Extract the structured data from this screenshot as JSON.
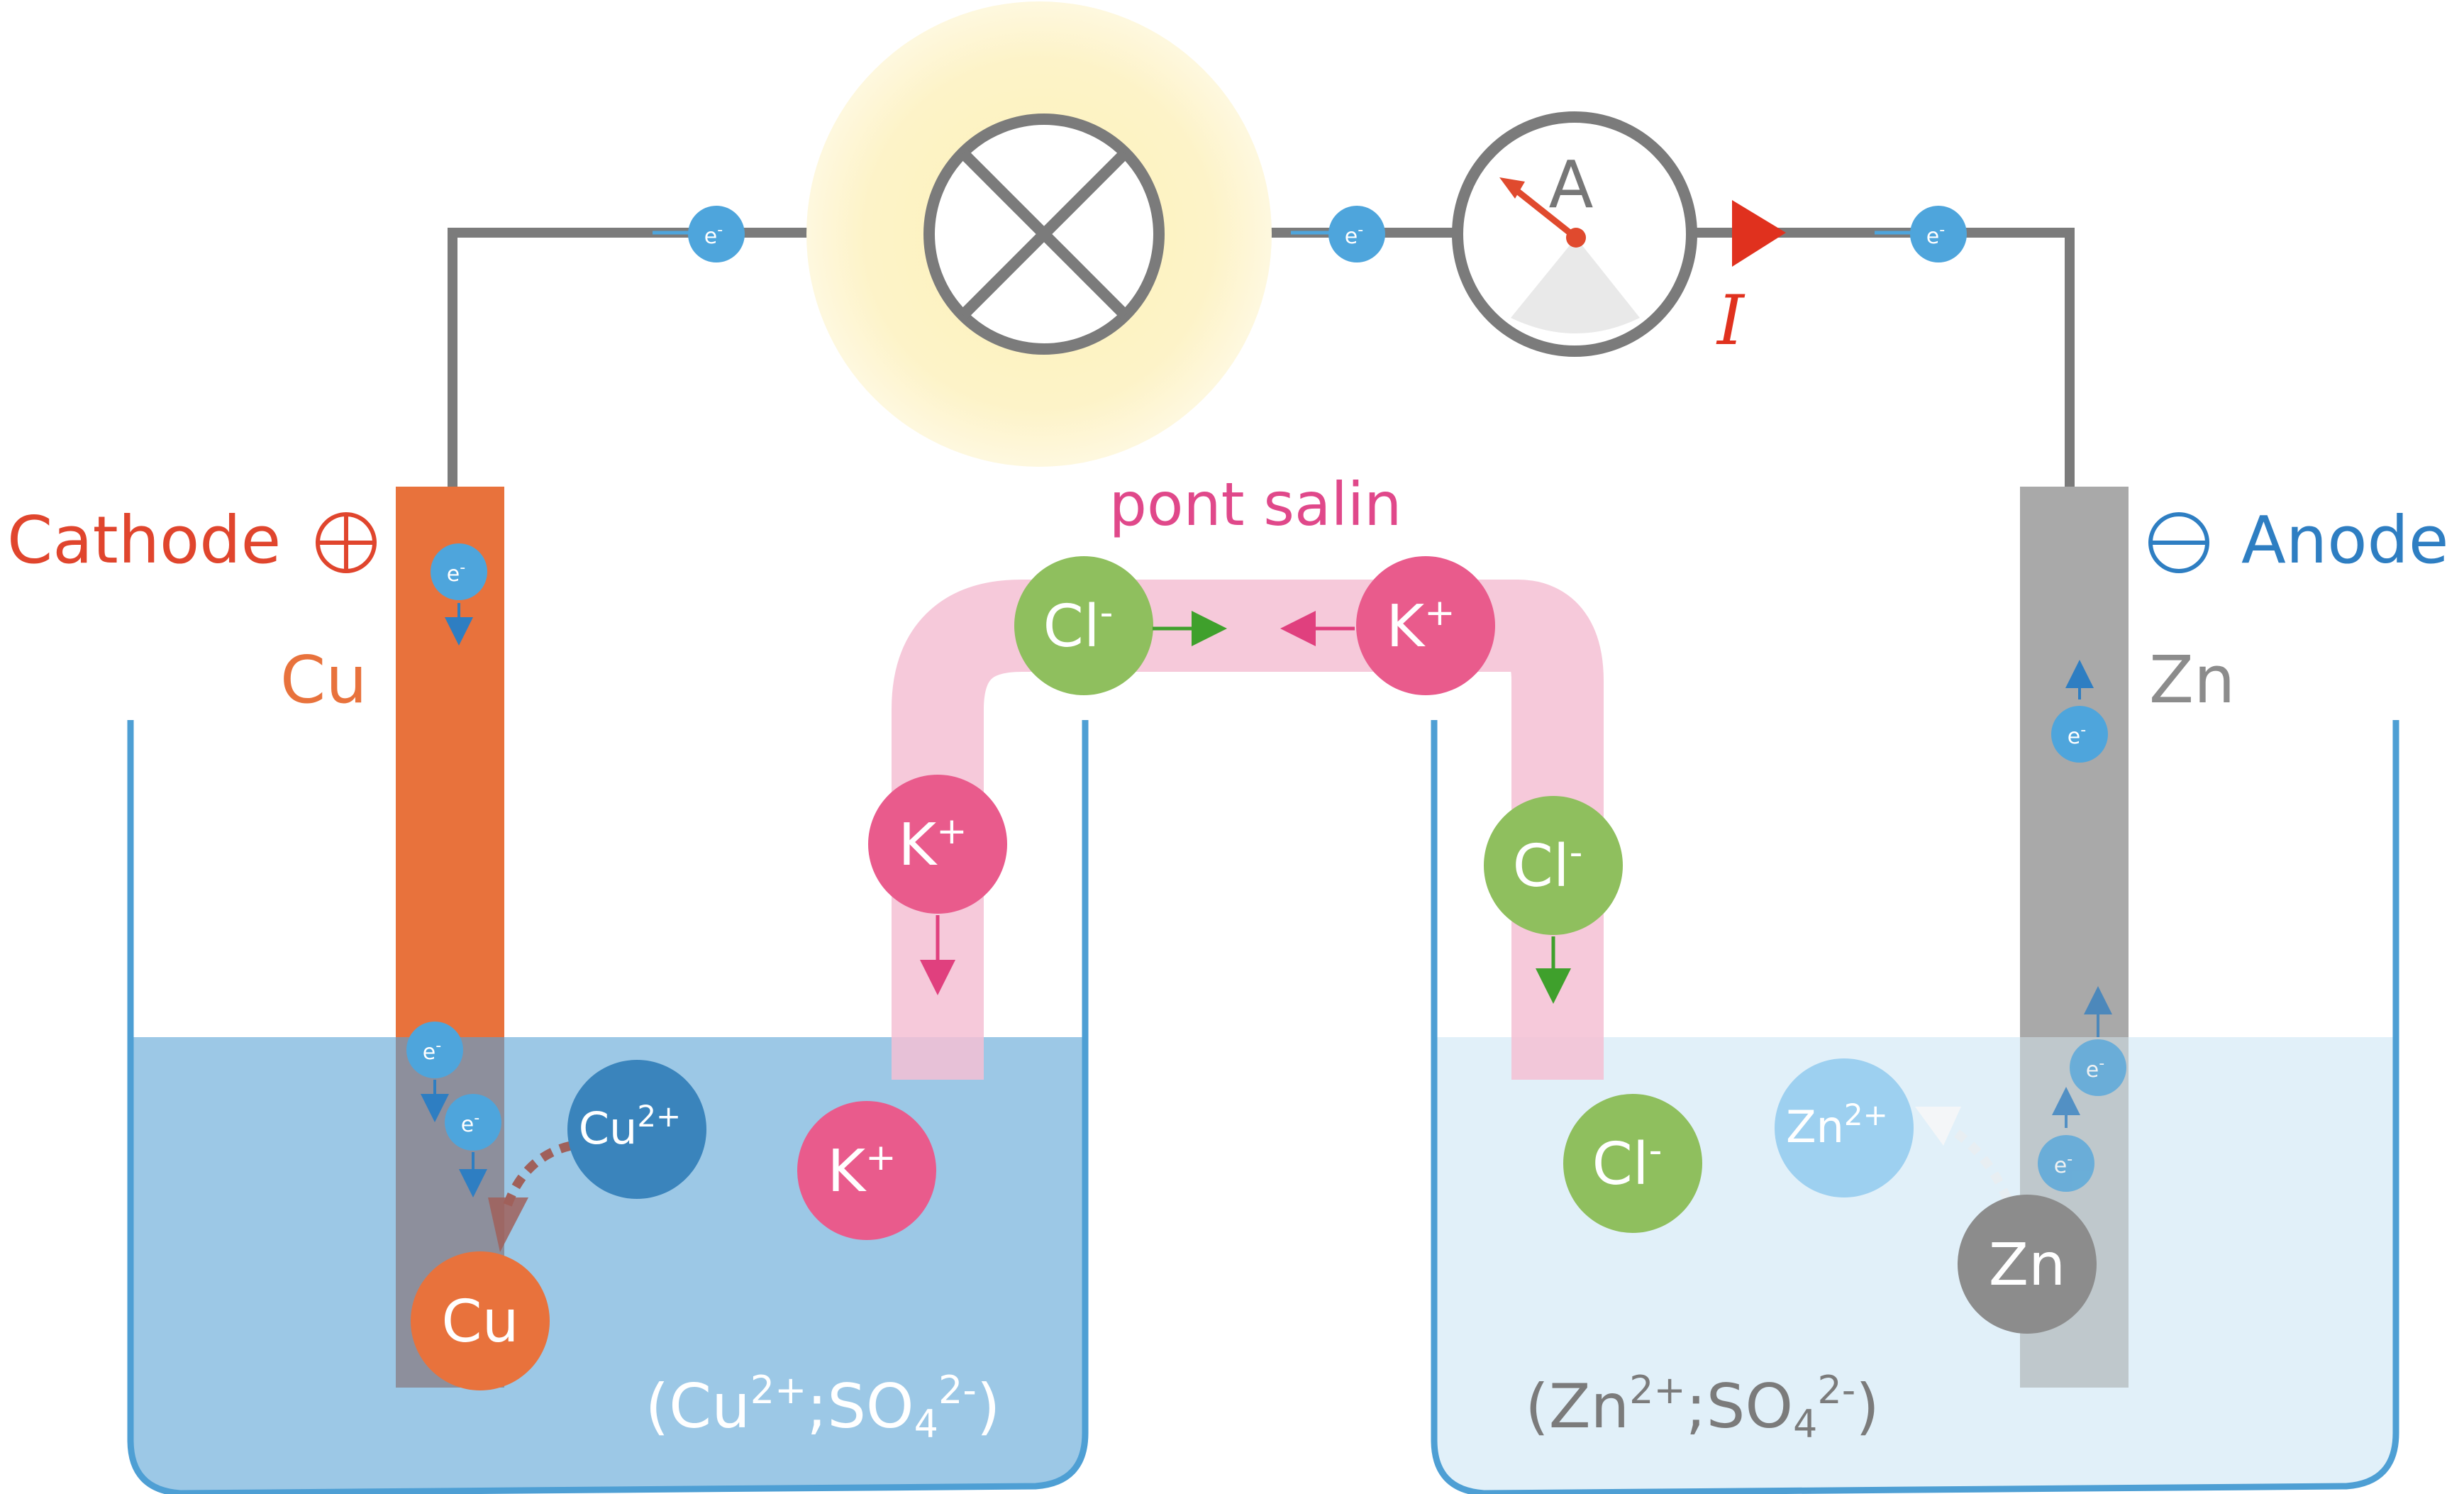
{
  "labels": {
    "cathode": "Cathode",
    "anode": "Anode",
    "cathode_metal": "Cu",
    "anode_metal": "Zn",
    "salt_bridge": "pont salin",
    "ammeter": "A",
    "current": "I",
    "electron": "e",
    "electron_charge": "-"
  },
  "ions": {
    "cl": "Cl",
    "cl_charge": "-",
    "k": "K",
    "k_charge": "+",
    "cu_ion": "Cu",
    "cu_ion_charge": "2+",
    "zn_ion": "Zn",
    "zn_ion_charge": "2+",
    "cu_atom": "Cu",
    "zn_atom": "Zn"
  },
  "solutions": {
    "left_open": "(Cu",
    "left_cation_charge": "2+",
    "left_sep": ";SO",
    "left_sub": "4",
    "left_anion_charge": "2-",
    "left_close": ")",
    "right_open": "(Zn",
    "right_cation_charge": "2+",
    "right_sep": ";SO",
    "right_sub": "4",
    "right_anion_charge": "2-",
    "right_close": ")"
  },
  "colors": {
    "cathode": "#e0452d",
    "anode": "#2e7ec2",
    "copper": "#e8723c",
    "zinc": "#8c8c8c",
    "wire": "#7b7b7b",
    "electron": "#4ea5dc",
    "salt_bridge": "#f5bfd4",
    "k_ion": "#e95b8c",
    "cl_ion": "#8fbf5e",
    "left_solution": "#9cc8e6",
    "right_solution": "#e1f0f9",
    "current_arrow": "#e0311e"
  }
}
